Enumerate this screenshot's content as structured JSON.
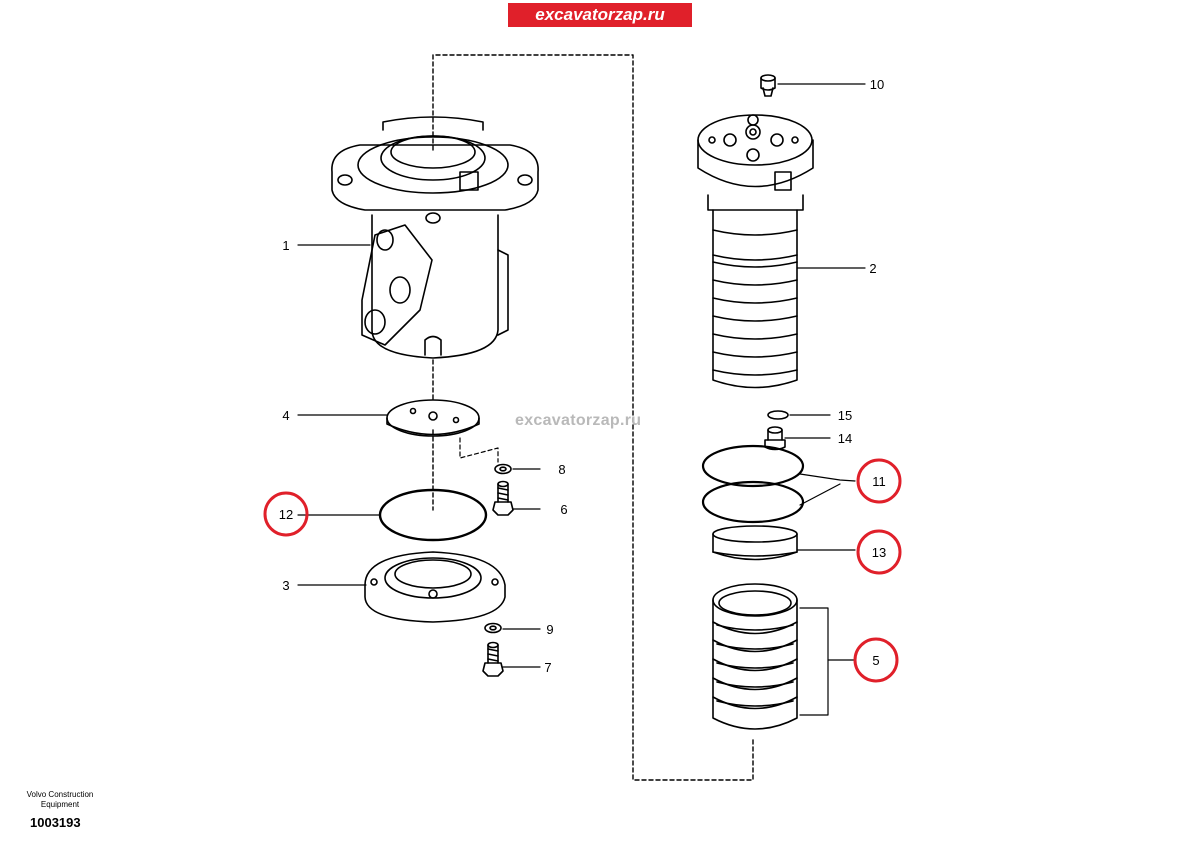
{
  "header": {
    "site_label": "excavatorzap.ru"
  },
  "watermark": {
    "text": "excavatorzap.ru"
  },
  "footer": {
    "maker_line1": "Volvo Construction",
    "maker_line2": "Equipment",
    "drawing_number": "1003193"
  },
  "highlight_color": "#e0202a",
  "callouts": [
    {
      "id": "1",
      "label": "1",
      "highlighted": false
    },
    {
      "id": "2",
      "label": "2",
      "highlighted": false
    },
    {
      "id": "3",
      "label": "3",
      "highlighted": false
    },
    {
      "id": "4",
      "label": "4",
      "highlighted": false
    },
    {
      "id": "5",
      "label": "5",
      "highlighted": true
    },
    {
      "id": "6",
      "label": "6",
      "highlighted": false
    },
    {
      "id": "7",
      "label": "7",
      "highlighted": false
    },
    {
      "id": "8",
      "label": "8",
      "highlighted": false
    },
    {
      "id": "9",
      "label": "9",
      "highlighted": false
    },
    {
      "id": "10",
      "label": "10",
      "highlighted": false
    },
    {
      "id": "11",
      "label": "11",
      "highlighted": true
    },
    {
      "id": "12",
      "label": "12",
      "highlighted": true
    },
    {
      "id": "13",
      "label": "13",
      "highlighted": true
    },
    {
      "id": "14",
      "label": "14",
      "highlighted": false
    },
    {
      "id": "15",
      "label": "15",
      "highlighted": false
    }
  ]
}
